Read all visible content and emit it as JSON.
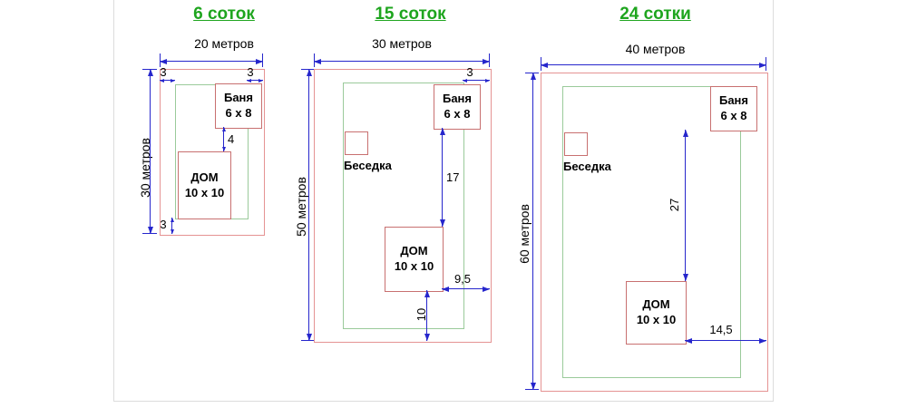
{
  "colors": {
    "title": "#1ea51e",
    "plot_line": "#e59393",
    "setback_line": "#9aca9a",
    "building_border": "#c87070",
    "dimension": "#2626cc"
  },
  "diagrams": [
    {
      "title": "6 соток",
      "width_label": "20 метров",
      "height_label": "30 метров",
      "banya": {
        "name": "Баня",
        "size": "6 x 8"
      },
      "dom": {
        "name": "ДОМ",
        "size": "10 x 10"
      },
      "dims": {
        "setback_top_left": "3",
        "setback_top_right": "3",
        "banya_to_dom": "4",
        "setback_bottom_left": "3"
      }
    },
    {
      "title": "15 соток",
      "width_label": "30 метров",
      "height_label": "50 метров",
      "banya": {
        "name": "Баня",
        "size": "6 x 8"
      },
      "besedka_label": "Беседка",
      "dom": {
        "name": "ДОМ",
        "size": "10 x 10"
      },
      "dims": {
        "setback_top_right": "3",
        "banya_to_dom": "17",
        "dom_to_right": "9,5",
        "dom_to_bottom": "10"
      }
    },
    {
      "title": "24 сотки",
      "width_label": "40 метров",
      "height_label": "60 метров",
      "banya": {
        "name": "Баня",
        "size": "6 x 8"
      },
      "besedka_label": "Беседка",
      "dom": {
        "name": "ДОМ",
        "size": "10 x 10"
      },
      "dims": {
        "banya_to_dom": "27",
        "dom_to_right": "14,5"
      }
    }
  ]
}
